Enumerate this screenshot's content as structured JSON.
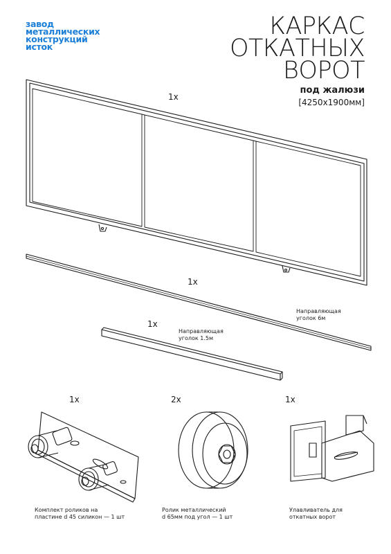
{
  "logo": {
    "lines": [
      "завод",
      "металлических",
      "конструкций",
      "исток"
    ],
    "color": "#1b7fd8"
  },
  "title": {
    "lines": [
      "КАРКАС",
      "ОТКАТНЫХ",
      "ВОРОТ"
    ],
    "subtitle": "под жалюзи",
    "size": "[4250x1900мм]"
  },
  "parts": {
    "frame": {
      "qty": "1x"
    },
    "rail6": {
      "qty": "1x",
      "label_line1": "Направляющая",
      "label_line2": "уголок 6м"
    },
    "rail15": {
      "qty": "1x",
      "label_line1": "Направляющая",
      "label_line2": "уголок 1.5м"
    },
    "roller_kit": {
      "qty": "1x",
      "caption_line1": "Комплект роликов на",
      "caption_line2": "пластине d 45 силикон  — 1 шт"
    },
    "roller": {
      "qty": "2x",
      "caption_line1": "Ролик металлический",
      "caption_line2": "d 65мм под угол — 1 шт"
    },
    "catcher": {
      "qty": "1x",
      "caption_line1": "Улавливатель для",
      "caption_line2": "откатных ворот"
    }
  }
}
